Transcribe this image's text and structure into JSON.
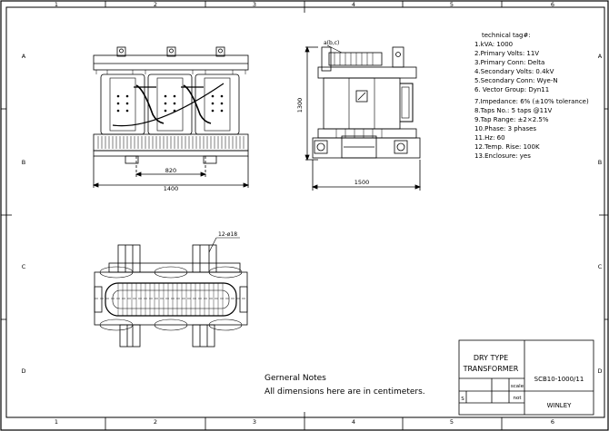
{
  "grid": {
    "columns": [
      "1",
      "2",
      "3",
      "4",
      "5",
      "6"
    ],
    "rows": [
      "A",
      "B",
      "C",
      "D"
    ]
  },
  "technical": {
    "title": "technical tag#:",
    "items": [
      "1.kVA:  1000",
      "2.Primary Volts: 11V",
      "3.Primary Conn: Delta",
      "4.Secondary Volts: 0.4kV",
      "5.Secondary Conn: Wye-N",
      "6. Vector Group: Dyn11",
      "7.Impedance: 6% (±10% tolerance)",
      "8.Taps No.: 5 taps @11V",
      "9.Tap Range: ±2×2.5%",
      "10.Phase: 3 phases",
      "11.Hz: 60",
      "12.Temp. Rise: 100K",
      "13.Enclosure: yes"
    ]
  },
  "dimensions": {
    "front_inner": "820",
    "front_overall": "1400",
    "side_height": "1300",
    "side_width": "1500",
    "bolt_callout": "12-ø18",
    "terminal_label": "a(b,c)"
  },
  "notes": {
    "title": "Gerneral Notes",
    "line": "All dimensions here are in centimeters."
  },
  "title_block": {
    "name_line1": "DRY TYPE",
    "name_line2": "TRANSFORMER",
    "model": "SCB10-1000/11",
    "scale_label": "scale",
    "scale_value": "not",
    "sheet_s": "S",
    "company": "WINLEY"
  }
}
